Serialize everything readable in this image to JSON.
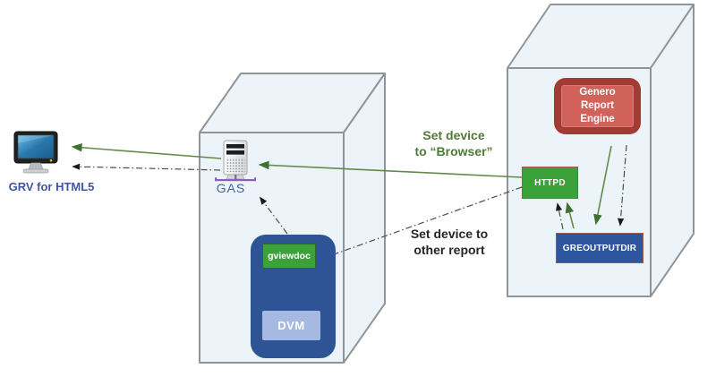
{
  "diagram": {
    "title": "Genero report viewing architecture (set device flow)",
    "labels": {
      "client": "GRV for HTML5",
      "gas": "GAS",
      "gviewdoc": "gviewdoc",
      "dvm": "DVM",
      "genero_report_engine": "Genero\nReport\nEngine",
      "httpd": "HTTPD",
      "greoutputdir": "GREOUTPUTDIR"
    },
    "annotations": {
      "set_device_browser": "Set device\nto “Browser”",
      "set_device_other_report": "Set device to\nother report"
    },
    "arrows": [
      {
        "name": "httpd-to-gas",
        "style": "solid-green"
      },
      {
        "name": "gas-to-client",
        "style": "solid-green"
      },
      {
        "name": "gas-to-client-return",
        "style": "dash-dot"
      },
      {
        "name": "httpd-to-gviewdoc",
        "style": "dash-dot"
      },
      {
        "name": "gviewdoc-to-gas",
        "style": "dash-dot"
      },
      {
        "name": "gre-to-greoutputdir",
        "style": "solid-green"
      },
      {
        "name": "gre-to-greoutputdir-return",
        "style": "dash-dot"
      },
      {
        "name": "greoutputdir-to-httpd",
        "style": "solid-green"
      },
      {
        "name": "greoutputdir-to-httpd-return",
        "style": "dash-dot"
      }
    ],
    "colors": {
      "cube_fill": "#edf4f9",
      "cube_border": "#8f9598",
      "solid_arrow_green": "#628a4a",
      "arrowhead_green": "#3f7030",
      "dashed_arrow_dark": "#4d4d4d",
      "gre_outer_red": "#a23b33",
      "gre_inner_red": "#d0625b",
      "httpd_green": "#3ba23a",
      "node_border_red": "#9c5a4a",
      "greoutputdir_blue": "#2e569e",
      "dvm_container_blue": "#2e5496",
      "dvm_fill": "#a5b9e2",
      "gviewdoc_green": "#3ba23a",
      "annotation_green": "#4e7b36",
      "annotation_dark": "#262626",
      "client_label_blue": "#4056a4",
      "gas_label_blue": "#44639c",
      "monitor_screen_blue": "#2a77ad",
      "server_base_purple": "#8a63b5"
    }
  }
}
